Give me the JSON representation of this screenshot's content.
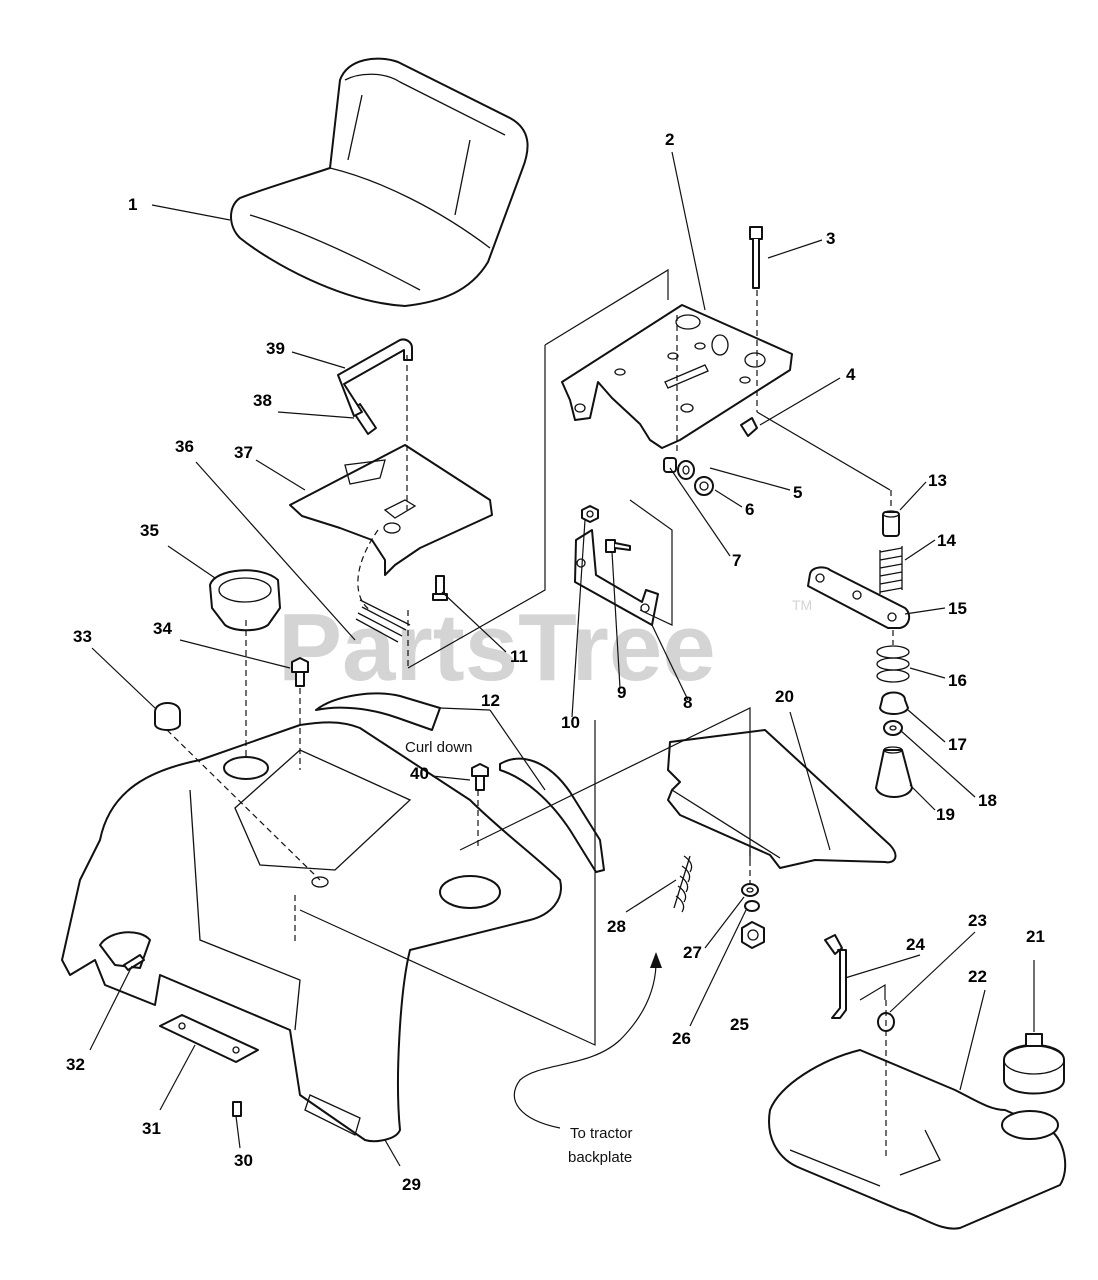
{
  "watermark": {
    "text": "PartsTree",
    "trademark": "TM"
  },
  "annotations": {
    "curl_down": "Curl down",
    "to_tractor_line1": "To tractor",
    "to_tractor_line2": "backplate"
  },
  "callouts": [
    "1",
    "2",
    "3",
    "4",
    "5",
    "6",
    "7",
    "8",
    "9",
    "10",
    "11",
    "12",
    "13",
    "14",
    "15",
    "16",
    "17",
    "18",
    "19",
    "20",
    "21",
    "22",
    "23",
    "24",
    "25",
    "26",
    "27",
    "28",
    "29",
    "30",
    "31",
    "32",
    "33",
    "34",
    "35",
    "36",
    "37",
    "38",
    "39",
    "40"
  ]
}
